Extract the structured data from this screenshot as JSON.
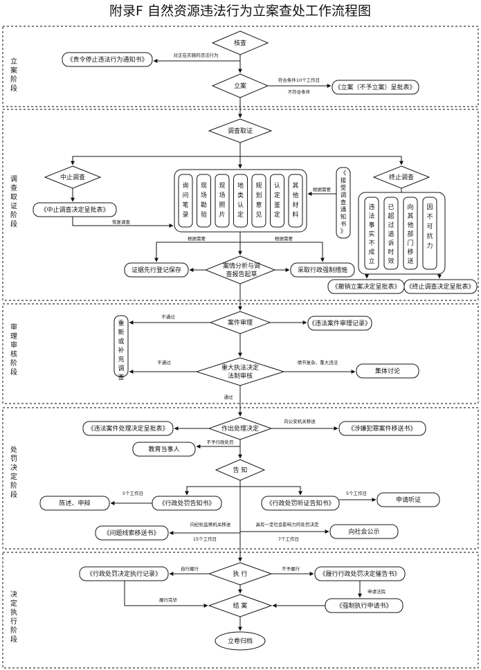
{
  "title": "附录F  自然资源违法行为立案查处工作流程图",
  "stages": {
    "s1": "立案阶段",
    "s2": "调查取证阶段",
    "s3": "审理审核阶段",
    "s4": "处罚决定阶段",
    "s5": "决定执行阶段"
  },
  "nodes": {
    "jiancha": "核查",
    "order_stop": "《责令停止违法行为通知书》",
    "lian": "立案",
    "lian_approve": "《立案（不予立案）呈批表》",
    "diaocha": "调查取证",
    "zhongzhi": "中止调查",
    "zhongzhi_approve": "《中止调查决定呈批表》",
    "evidence": [
      "询问笔录",
      "现场勘验",
      "现场照片",
      "地类认定",
      "规划意见",
      "认定鉴定",
      "其他材料"
    ],
    "jieshou": "《接受调查通知书》",
    "zhongzhi2": "终止调查",
    "reasons": [
      "违法事实不成立",
      "已超过追诉时效",
      "向其他部门移送",
      "因不可抗力"
    ],
    "chexiao": "《撤销立案决定呈批表》",
    "zhongzhi2_approve": "《终止调查决定呈批表》",
    "zhengju": "证据先行登记保存",
    "anqing": [
      "案情分析与调",
      "查报告起草"
    ],
    "xingzheng": "采取行政强制措施",
    "chongxin": "重新或补充调查",
    "shenli": "案件审理",
    "shenli_record": "《违法案件审理记录》",
    "zhongda": [
      "重大执法决定",
      "法制审核"
    ],
    "jiti": "集体讨论",
    "zuochu": "作出处理决定",
    "chuli_approve": "《违法案件处理决定呈批表》",
    "yisong": "《涉嫌犯罪案件移送书》",
    "jiaoyu": "教育当事人",
    "gaozhi": "告    知",
    "gaozhi_book": "《行政处罚告知书》",
    "tingzheng_book": "《行政处罚听证告知书》",
    "chenshu": "陈述、申辩",
    "tingzheng": "申请听证",
    "wenti": "《问题线索移送书》",
    "gongshi": "向社会公示",
    "zhixing": "执    行",
    "zhixing_record": "《行政处罚决定执行记录》",
    "cuigao": "《履行行政处罚决定催告书》",
    "qiangzhi": "《强制执行申请书》",
    "jiean": "结    案",
    "guidang": "立卷归档"
  },
  "labels": {
    "dui_zheng": "对正在实施的违法行为",
    "fuhe": "符合条件10个工作日",
    "bufuhe": "不符合条件",
    "genju1": "根据需要",
    "huifu": "恢复调查",
    "genju2": "根据需要",
    "genju3": "根据需要",
    "butongguo1": "不通过",
    "butongguo2": "不通过",
    "qingjie": "情节复杂、重大违法",
    "tongguo": "通过",
    "gongan": "向公安机关移送",
    "buyu": "不予行政处罚",
    "wu1": "5个工作日",
    "wu2": "5个工作日",
    "jijian": "向纪检监察机关移送",
    "juyou": "具有一定社会影响力的处罚决定",
    "shiwu": "15个工作日",
    "qi": "7个工作日",
    "ziXing": "自行履行",
    "buyuLv": "不予履行",
    "shenqing": "申请法院",
    "lvxing": "履行完毕"
  }
}
